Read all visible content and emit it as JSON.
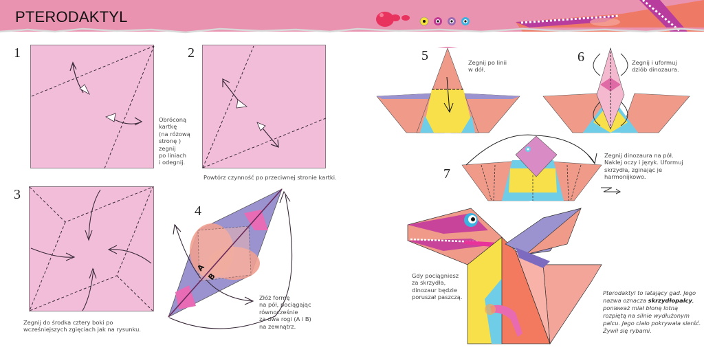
{
  "header": {
    "title": "PTERODAKTYL",
    "background_color": "#ea93b0",
    "decor": {
      "splat_color": "#e8335f",
      "eyes": [
        {
          "name": "yellow-eye",
          "color": "#f4e23a"
        },
        {
          "name": "magenta-eye",
          "color": "#c03a93"
        },
        {
          "name": "purple-eye",
          "color": "#9a6bb0"
        },
        {
          "name": "blue-eye",
          "color": "#3ab3e0"
        }
      ]
    }
  },
  "steps": [
    {
      "number": "1",
      "caption": [
        "Obróconą",
        "kartkę",
        "(na różową",
        "stronę )",
        "zegnij",
        "po liniach",
        "i odegnij."
      ]
    },
    {
      "number": "2",
      "caption": [
        "Powtórz czynność po przeciwnej stronie kartki."
      ]
    },
    {
      "number": "3",
      "caption": [
        "Zegnij do środka cztery boki po",
        "wcześniejszych zgięciach jak na rysunku."
      ]
    },
    {
      "number": "4",
      "caption": [
        "Złóż formę",
        "na pół, pociągając",
        "równocześnie",
        "za dwa rogi (A i B)",
        "na zewnątrz."
      ],
      "labels": [
        "A",
        "B"
      ]
    },
    {
      "number": "5",
      "caption": [
        "Zegnij po linii",
        "w dół."
      ]
    },
    {
      "number": "6",
      "caption": [
        "Zegnij i uformuj",
        "dziób dinozaura."
      ]
    },
    {
      "number": "7",
      "caption": [
        "Zegnij dinozaura na pół.",
        "Naklej oczy i język. Uformuj",
        "skrzydła, zginając je",
        "harmonijkowo."
      ]
    }
  ],
  "final": {
    "caption": [
      "Gdy pociągniesz",
      "za skrzydła,",
      "dinozaur będzie",
      "poruszał paszczą."
    ]
  },
  "fact": {
    "line1": "Pterodaktyl to latający gad. Jego",
    "line2_pre": "nazwa oznacza ",
    "line2_bold": "skrzydłopalcy",
    "line2_post": ",",
    "line3": "ponieważ miał błonę lotną",
    "line4": "rozpiętą na silnie wydłużonym",
    "line5": "palcu. Jego ciało pokrywała sierść.",
    "line6": "Żywił się rybami."
  },
  "colors": {
    "paper_pink": "#f2bdd8",
    "paper_border": "#8a7a86",
    "body_yellow": "#f7e04a",
    "body_blue": "#6fcde8",
    "wing_salmon": "#f09a8a",
    "wing_purple": "#9b93cf",
    "beak_magenta": "#c8449a"
  }
}
